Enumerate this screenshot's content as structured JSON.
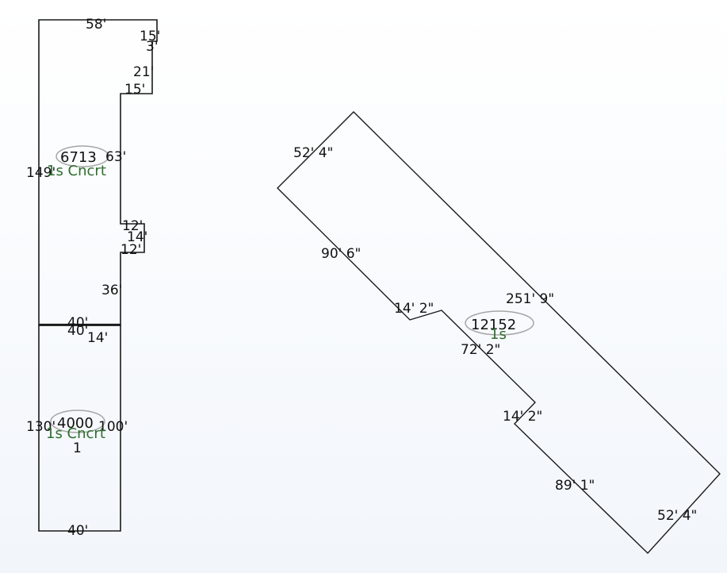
{
  "colors": {
    "outline": "#1a1a1a",
    "label_text": "#111111",
    "code_text": "#2e6e2e",
    "ellipse": "#a6a6a6"
  },
  "sketches": [
    {
      "id": "left",
      "sections": [
        {
          "id": "upper",
          "area": "6713",
          "code": "1s Cncrt",
          "dims": [
            "58'",
            "15'",
            "3'",
            "21'",
            "15'",
            "63'",
            "12'",
            "14'",
            "12'",
            "36'",
            "149'",
            "40'"
          ]
        },
        {
          "id": "lower",
          "area": "4000",
          "code": "1s Cncrt",
          "sub": "1",
          "dims": [
            "40'",
            "14'",
            "130'",
            "100'",
            "40'"
          ]
        }
      ]
    },
    {
      "id": "right",
      "area": "12152",
      "code": "1s",
      "dims": [
        "52' 4\"",
        "90' 6\"",
        "14' 2\"",
        "251' 9\"",
        "72' 2\"",
        "14' 2\"",
        "89' 1\"",
        "52' 4\""
      ]
    }
  ]
}
